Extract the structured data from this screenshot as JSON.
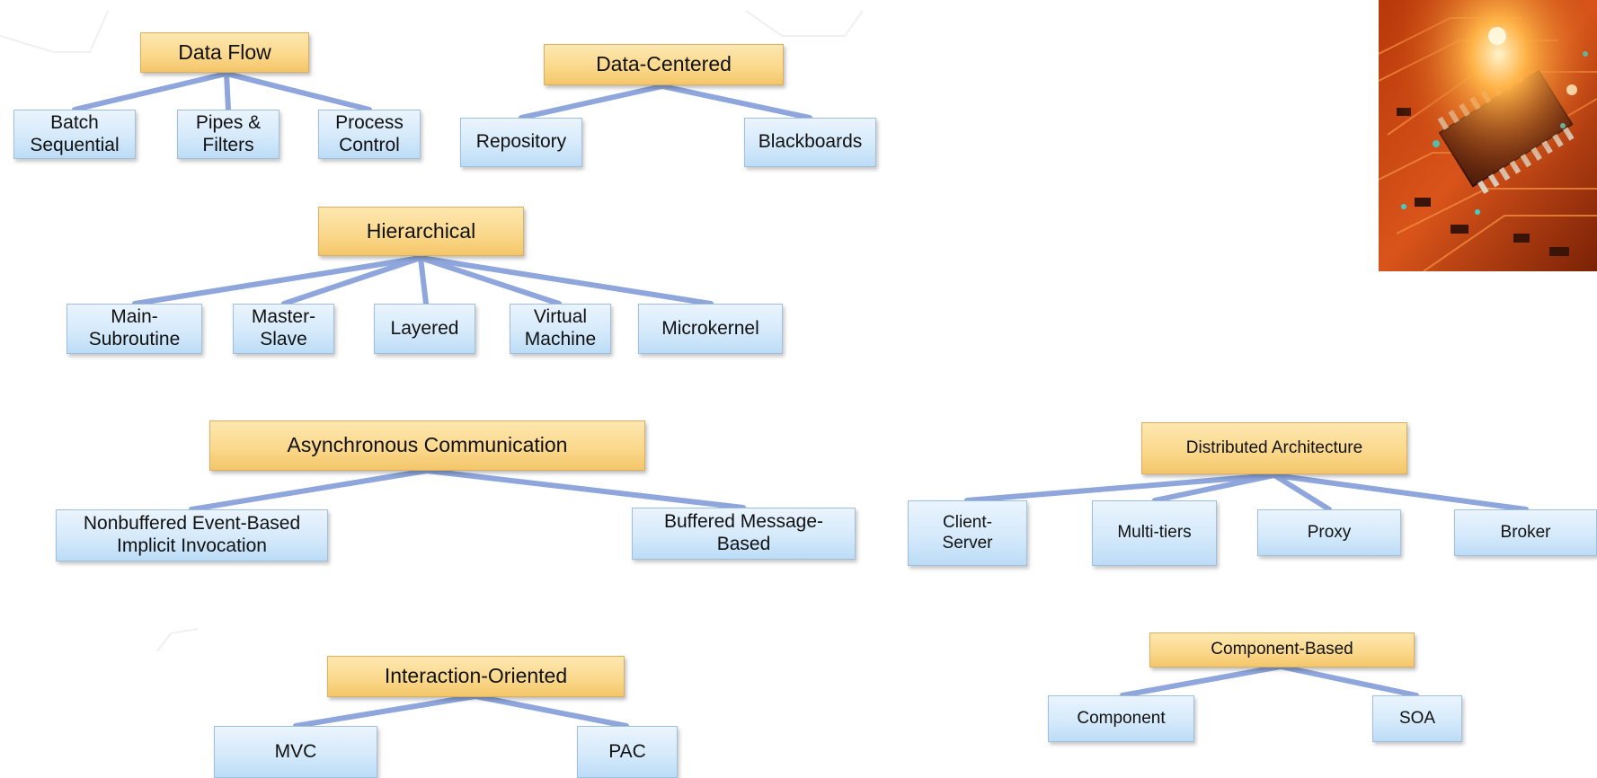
{
  "groups": {
    "data_flow": {
      "title": "Data Flow",
      "children": [
        "Batch\nSequential",
        "Pipes &\nFilters",
        "Process\nControl"
      ]
    },
    "data_centered": {
      "title": "Data-Centered",
      "children": [
        "Repository",
        "Blackboards"
      ]
    },
    "hierarchical": {
      "title": "Hierarchical",
      "children": [
        "Main-\nSubroutine",
        "Master-\nSlave",
        "Layered",
        "Virtual\nMachine",
        "Microkernel"
      ]
    },
    "async": {
      "title": "Asynchronous Communication",
      "children": [
        "Nonbuffered Event-Based\nImplicit Invocation",
        "Buffered Message-\nBased"
      ]
    },
    "distributed": {
      "title": "Distributed Architecture",
      "children": [
        "Client-\nServer",
        "Multi-tiers",
        "Proxy",
        "Broker"
      ]
    },
    "interaction": {
      "title": "Interaction-Oriented",
      "children": [
        "MVC",
        "PAC"
      ]
    },
    "component": {
      "title": "Component-Based",
      "children": [
        "Component",
        "SOA"
      ]
    }
  },
  "colors": {
    "parent_fill": "#fbd98d",
    "child_fill": "#d5eafb",
    "connector": "#8ea6dc"
  },
  "image": {
    "icon": "circuit-board-photo"
  }
}
